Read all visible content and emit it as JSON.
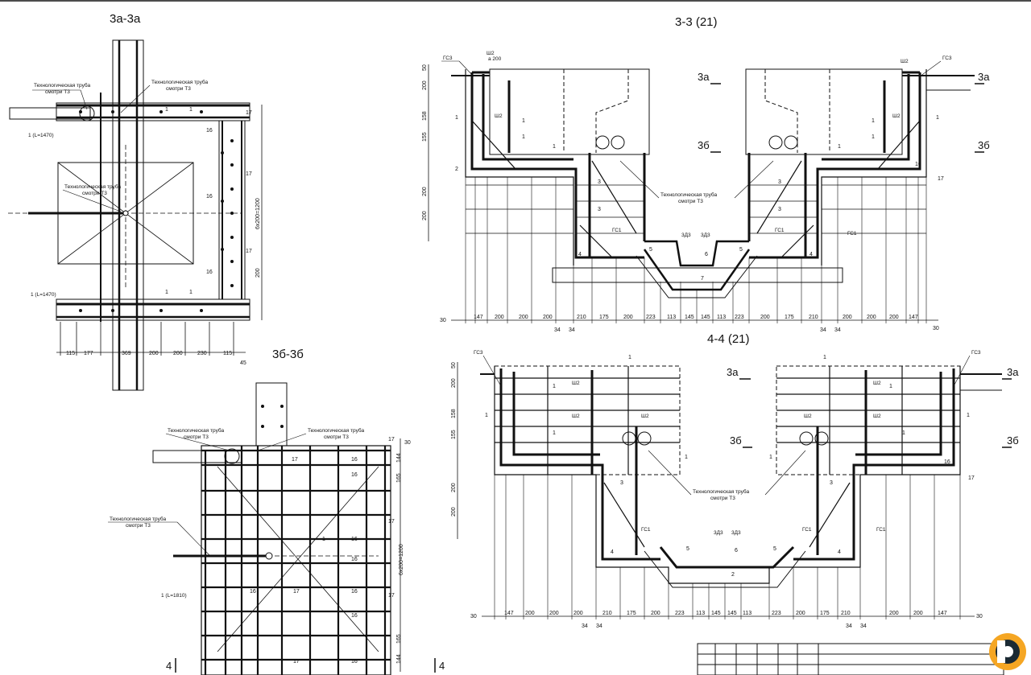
{
  "titles": {
    "section_3a": "3а-3а",
    "section_3b": "3б-3б",
    "section_3": "3-3 (21)",
    "section_4": "4-4 (21)"
  },
  "section_marks": {
    "m3a": "3а",
    "m3b": "3б",
    "m4": "4"
  },
  "callouts": {
    "pipe_line1": "Технологическая труба",
    "pipe_line2": "смотри Т3",
    "gs3": "ГС3",
    "gs1": "ГС1",
    "sh2": "Ш2",
    "zd3": "3Д3",
    "l1470": "1 (L=1470)",
    "l1810": "1 (L=1810)",
    "a200": "а 200",
    "pitch": "6х200=1200"
  },
  "dims": {
    "d30": "30",
    "d147": "147",
    "d200": "200",
    "d210": "210",
    "d175": "175",
    "d223": "223",
    "d113": "113",
    "d145": "145",
    "d34": "34",
    "d50": "50",
    "d158": "158",
    "d155": "155",
    "d115": "115",
    "d177": "177",
    "d369": "369",
    "d230": "230",
    "d45": "45",
    "d165": "165",
    "d144": "144"
  },
  "marks": {
    "n1": "1",
    "n2": "2",
    "n3": "3",
    "n4": "4",
    "n5": "5",
    "n6": "6",
    "n7": "7",
    "n16": "16",
    "n17": "17"
  },
  "colors": {
    "ink": "#111111",
    "logo_orange": "#f5a623",
    "logo_dark": "#1b2a33"
  }
}
